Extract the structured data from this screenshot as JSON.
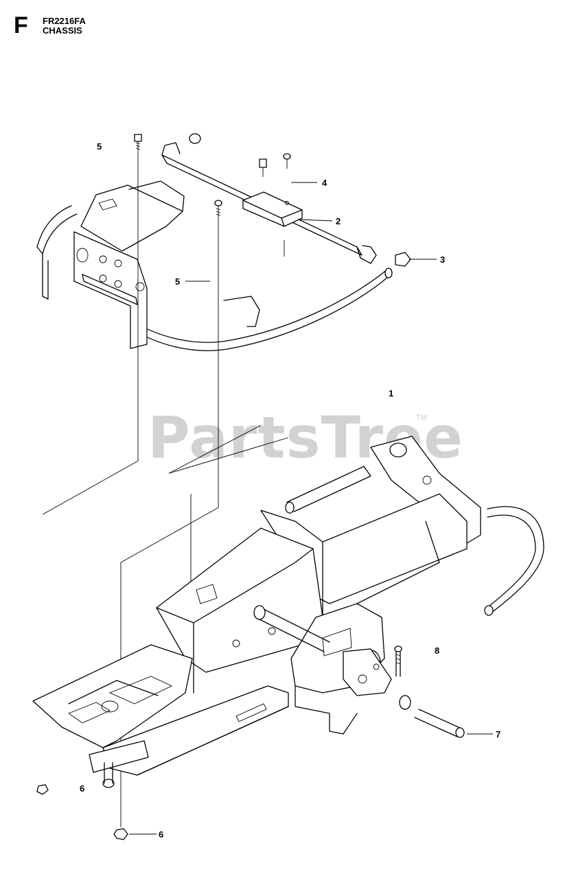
{
  "header": {
    "section_letter": "F",
    "model": "FR2216FA",
    "title": "CHASSIS"
  },
  "watermark": {
    "text": "PartsTree",
    "trademark": "TM"
  },
  "callouts": [
    "5",
    "4",
    "2",
    "3",
    "5",
    "1",
    "8",
    "7",
    "6",
    "6"
  ],
  "colors": {
    "line": "#000000",
    "background": "#ffffff",
    "watermark": "#d2d2d2"
  }
}
